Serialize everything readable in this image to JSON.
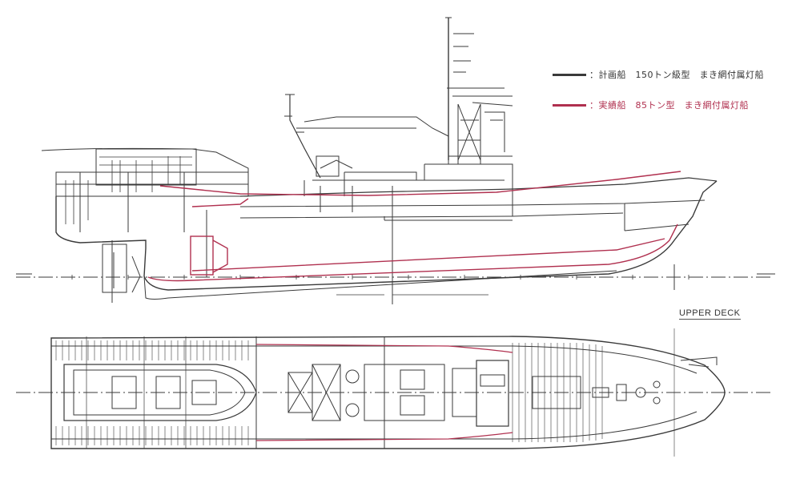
{
  "legend": {
    "items": [
      {
        "text": "：計画船　150トン級型　まき網付属灯船",
        "color": "#333333"
      },
      {
        "text": "：実績船　85トン型　まき網付属灯船",
        "color": "#b0304f"
      }
    ]
  },
  "plan_label": "UPPER DECK",
  "colors": {
    "planned": "#3a3a3a",
    "actual": "#b0304f",
    "paper": "#ffffff"
  }
}
